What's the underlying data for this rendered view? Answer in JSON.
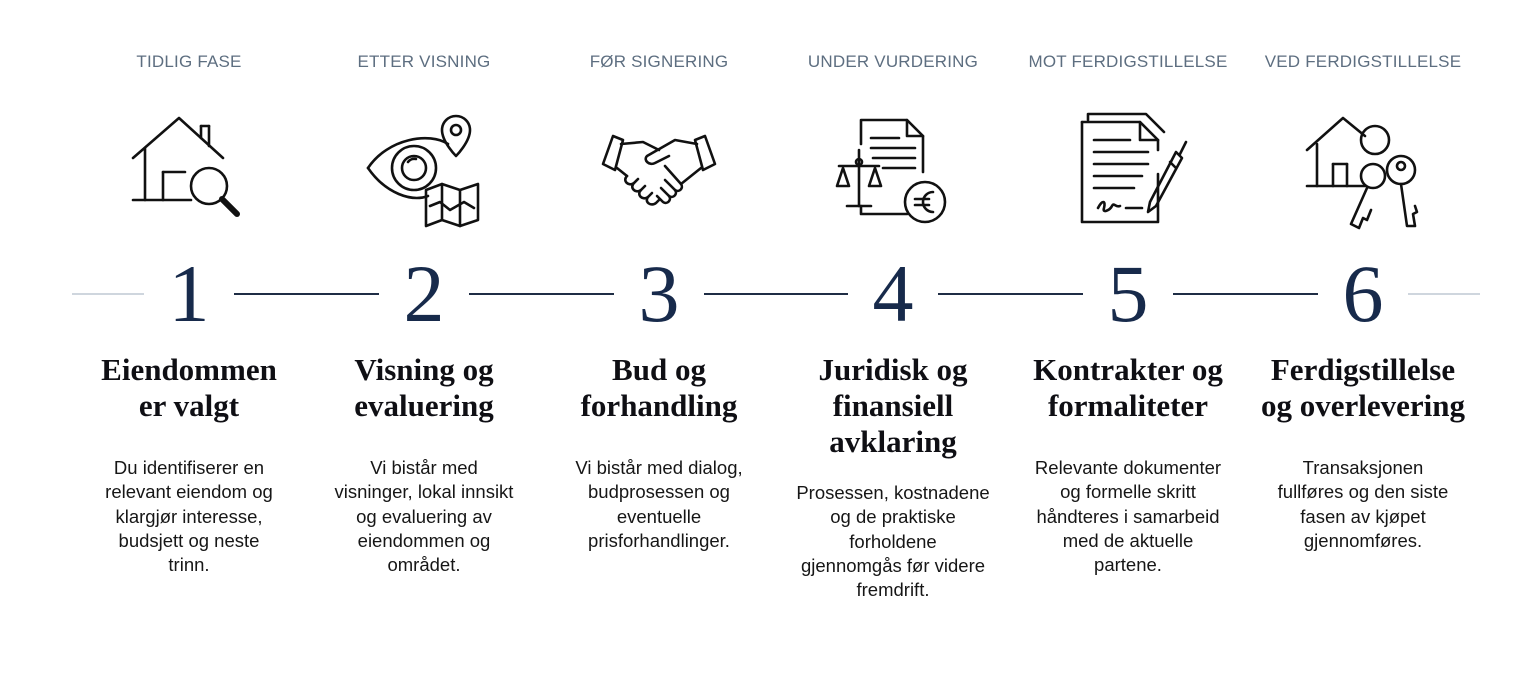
{
  "colors": {
    "accent_navy": "#172a4b",
    "phase_gray": "#5d6e80",
    "line_faint": "#cfd6de"
  },
  "steps": [
    {
      "phase": "TIDLIG FASE",
      "number": "1",
      "title": "Eiendommen\ner valgt",
      "description": "Du identifiserer en\nrelevant eiendom og\nklargjør interesse,\nbudsjett og neste\ntrinn.",
      "icon": "house-magnifier-icon"
    },
    {
      "phase": "ETTER VISNING",
      "number": "2",
      "title": "Visning og\nevaluering",
      "description": "Vi bistår med\nvisninger, lokal innsikt\nog evaluering av\neiendommen og\nområdet.",
      "icon": "eye-map-pin-icon"
    },
    {
      "phase": "FØR SIGNERING",
      "number": "3",
      "title": "Bud og\nforhandling",
      "description": "Vi bistår med dialog,\nbudprosessen og\neventuelle\nprisforhandlinger.",
      "icon": "handshake-icon"
    },
    {
      "phase": "UNDER VURDERING",
      "number": "4",
      "title": "Juridisk og\nfinansiell\navklaring",
      "description": "Prosessen, kostnadene\nog de praktiske\nforholdene\ngjennomgås før videre\nfremdrift.",
      "icon": "document-scales-euro-icon"
    },
    {
      "phase": "MOT FERDIGSTILLELSE",
      "number": "5",
      "title": "Kontrakter og\nformaliteter",
      "description": "Relevante dokumenter\nog formelle skritt\nhåndteres i samarbeid\nmed de aktuelle\npartene.",
      "icon": "contract-pen-icon"
    },
    {
      "phase": "VED FERDIGSTILLELSE",
      "number": "6",
      "title": "Ferdigstillelse\nog overlevering",
      "description": "Transaksjonen\nfullføres og den siste\nfasen av kjøpet\ngjennomføres.",
      "icon": "house-keys-icon"
    }
  ]
}
